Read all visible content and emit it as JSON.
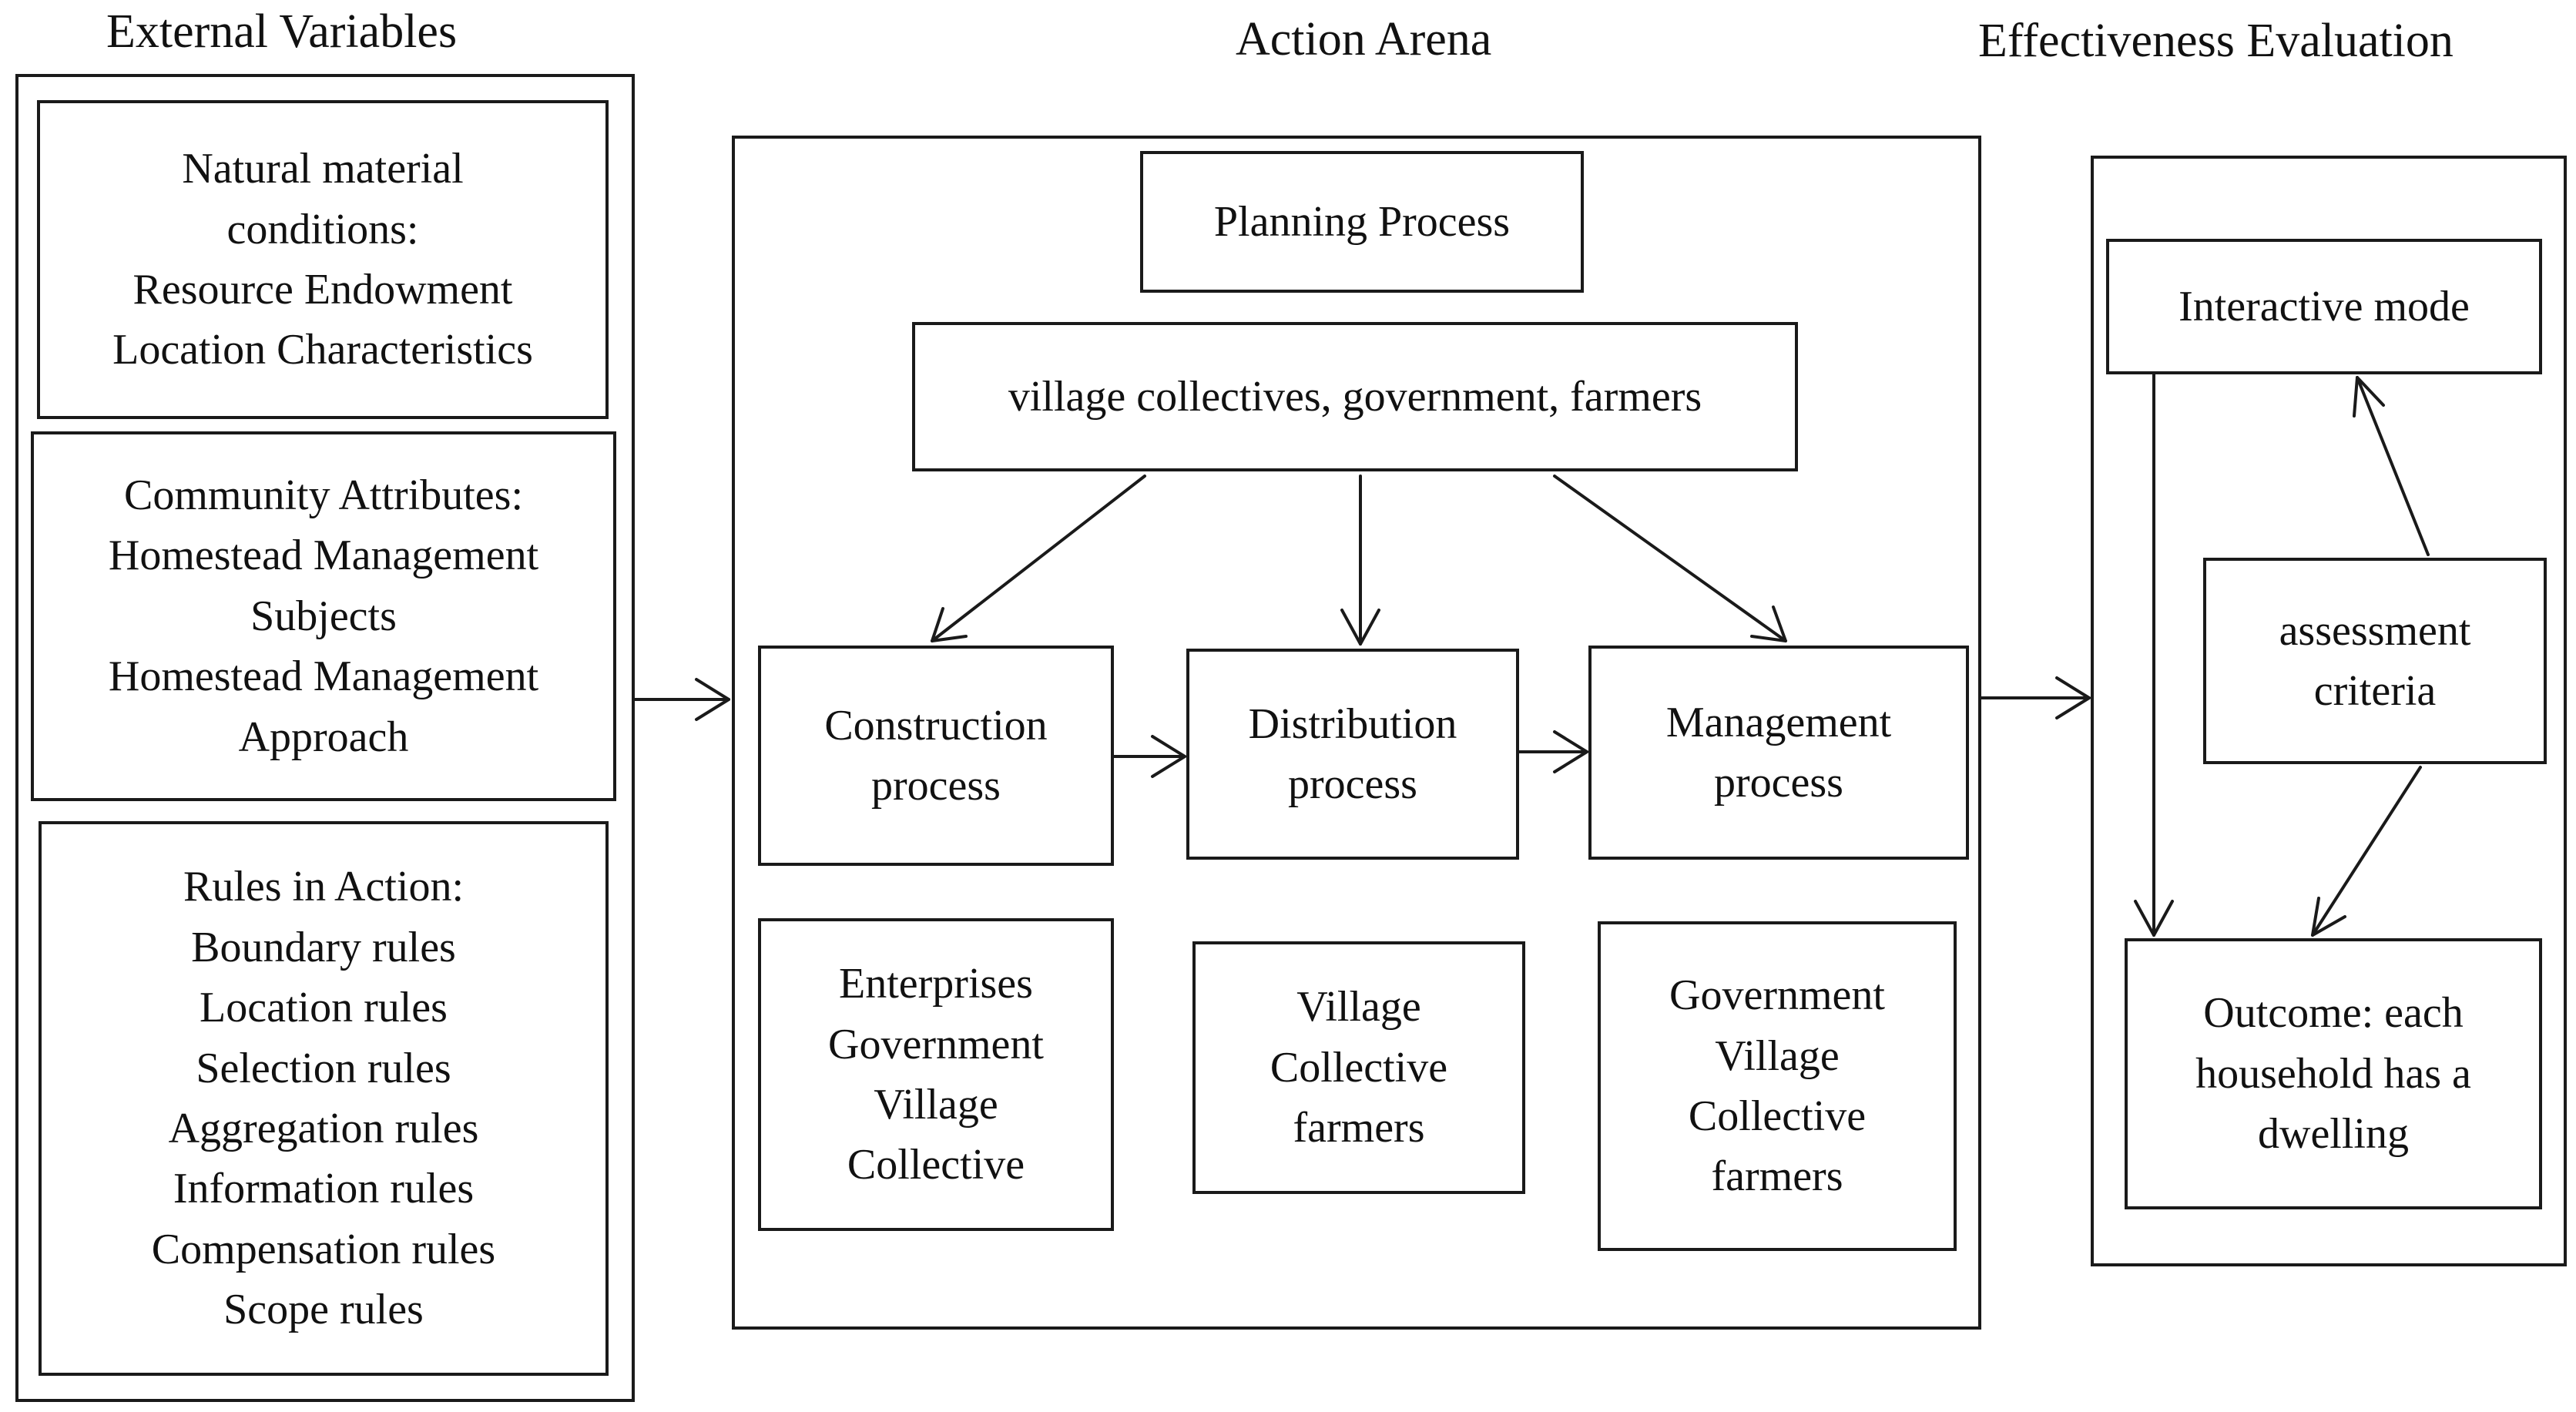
{
  "headings": {
    "external": "External Variables",
    "arena": "Action Arena",
    "evaluation": "Effectiveness Evaluation"
  },
  "external": {
    "natural": [
      "Natural material",
      "conditions:",
      "Resource Endowment",
      "Location Characteristics"
    ],
    "community": [
      "Community Attributes:",
      "Homestead Management",
      "Subjects",
      "Homestead Management",
      "Approach"
    ],
    "rules": [
      "Rules in Action:",
      "Boundary rules",
      "Location rules",
      "Selection rules",
      "Aggregation rules",
      "Information rules",
      "Compensation rules",
      "Scope rules"
    ]
  },
  "arena": {
    "planning": "Planning Process",
    "actors": "village collectives, government, farmers",
    "construction": [
      "Construction",
      "process"
    ],
    "distribution": [
      "Distribution",
      "process"
    ],
    "management": [
      "Management",
      "process"
    ],
    "construction_actors": [
      "Enterprises",
      "Government",
      "Village",
      "Collective"
    ],
    "distribution_actors": [
      "Village",
      "Collective",
      "farmers"
    ],
    "management_actors": [
      "Government",
      "Village",
      "Collective",
      "farmers"
    ]
  },
  "evaluation": {
    "interactive": "Interactive mode",
    "criteria": [
      "assessment",
      "criteria"
    ],
    "outcome": [
      "Outcome: each",
      "household has a",
      "dwelling"
    ]
  }
}
